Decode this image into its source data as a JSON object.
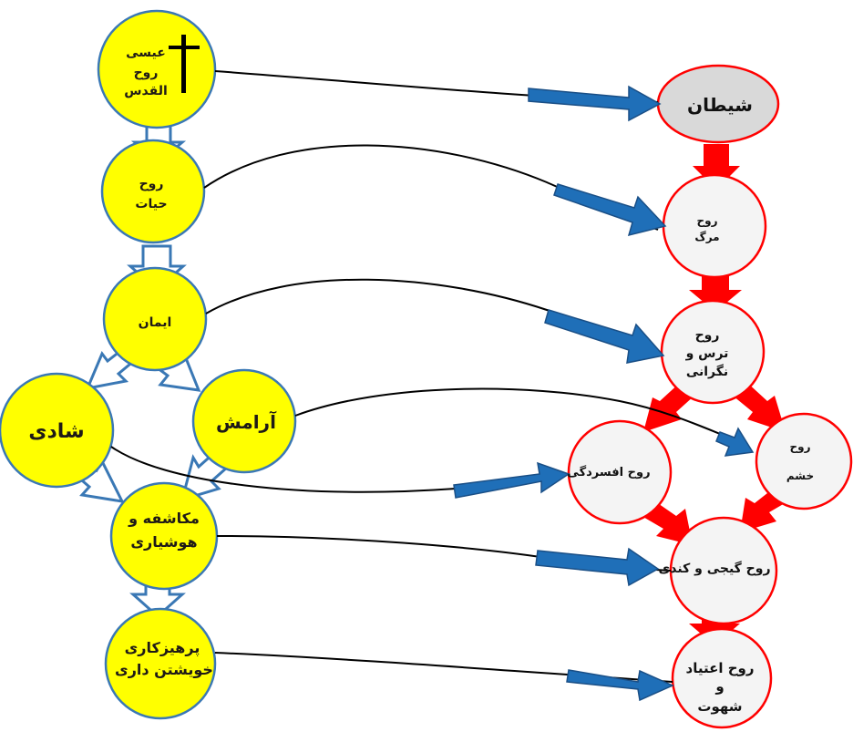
{
  "diagram": {
    "left_nodes": [
      {
        "id": "jesus",
        "lines": [
          "عیسی",
          "روح",
          "القدس"
        ]
      },
      {
        "id": "life",
        "lines": [
          "روح",
          "حیات"
        ]
      },
      {
        "id": "faith",
        "lines": [
          "ایمان"
        ]
      },
      {
        "id": "joy",
        "lines": [
          "شادی"
        ]
      },
      {
        "id": "peace",
        "lines": [
          "آرامش"
        ]
      },
      {
        "id": "revelation",
        "lines": [
          "مکاشفه و",
          "هوشیاری"
        ]
      },
      {
        "id": "temperance",
        "lines": [
          "پرهیزکاری",
          "خویشتن داری"
        ]
      }
    ],
    "right_nodes": [
      {
        "id": "satan",
        "lines": [
          "شیطان"
        ]
      },
      {
        "id": "death",
        "lines": [
          "روح",
          "مرگ"
        ]
      },
      {
        "id": "fear",
        "lines": [
          "روح",
          "ترس و",
          "نگرانی"
        ]
      },
      {
        "id": "depression",
        "lines": [
          "روح افسردگی"
        ]
      },
      {
        "id": "anger",
        "lines": [
          "روح",
          "خشم"
        ]
      },
      {
        "id": "confusion",
        "lines": [
          "روح گیجی و کندی"
        ]
      },
      {
        "id": "addiction",
        "lines": [
          "روح اعتیاد",
          "و",
          "شهوت"
        ]
      }
    ],
    "icons": {
      "cross": "cross-icon"
    },
    "colors": {
      "left_fill": "#ffff00",
      "left_stroke": "#3a78b5",
      "right_fill": "#f4f4f4",
      "right_stroke": "#ff0000",
      "satan_fill": "#d9d9d9",
      "satan_stroke": "#ff0000",
      "blue_arrow": "#1f6fb8",
      "red_arrow": "#ff0000"
    }
  }
}
